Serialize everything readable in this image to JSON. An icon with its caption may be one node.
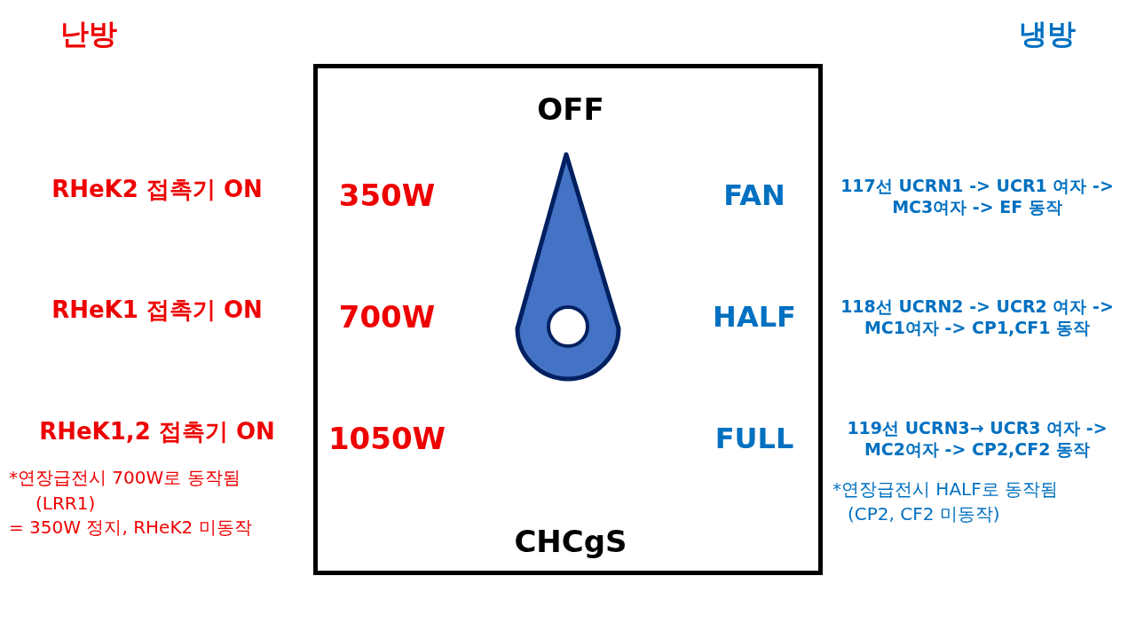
{
  "diagram": {
    "nodes": [
      {
        "text": [
          "OFF",
          "350W",
          "FAN",
          "700W",
          "HALF",
          "1050W",
          "FULL",
          "CHCgS"
        ]
      }
    ],
    "labels": [
      "난방",
      "냉방",
      "RHeK2 접촉기 ON",
      "117선 UCRN1 -> UCR1 여자 -> MC3여자 -> EF 동작",
      "RHeK1 접촉기 ON",
      "118선 UCRN2 -> UCR2 여자 -> MC1여자 -> CP1,CF1 동작",
      "RHeK1,2 접촉기 ON",
      "119선 UCRN3→ UCR3 여자 -> MC2여자 -> CP2,CF2 동작",
      "*연장급전시 700W로 동작됨",
      "(LRR1)",
      "= 350W 정지, RHeK2 미동작",
      "*연장급전시 HALF로 동작됨",
      "(CP2, CF2 미동작)"
    ]
  }
}
